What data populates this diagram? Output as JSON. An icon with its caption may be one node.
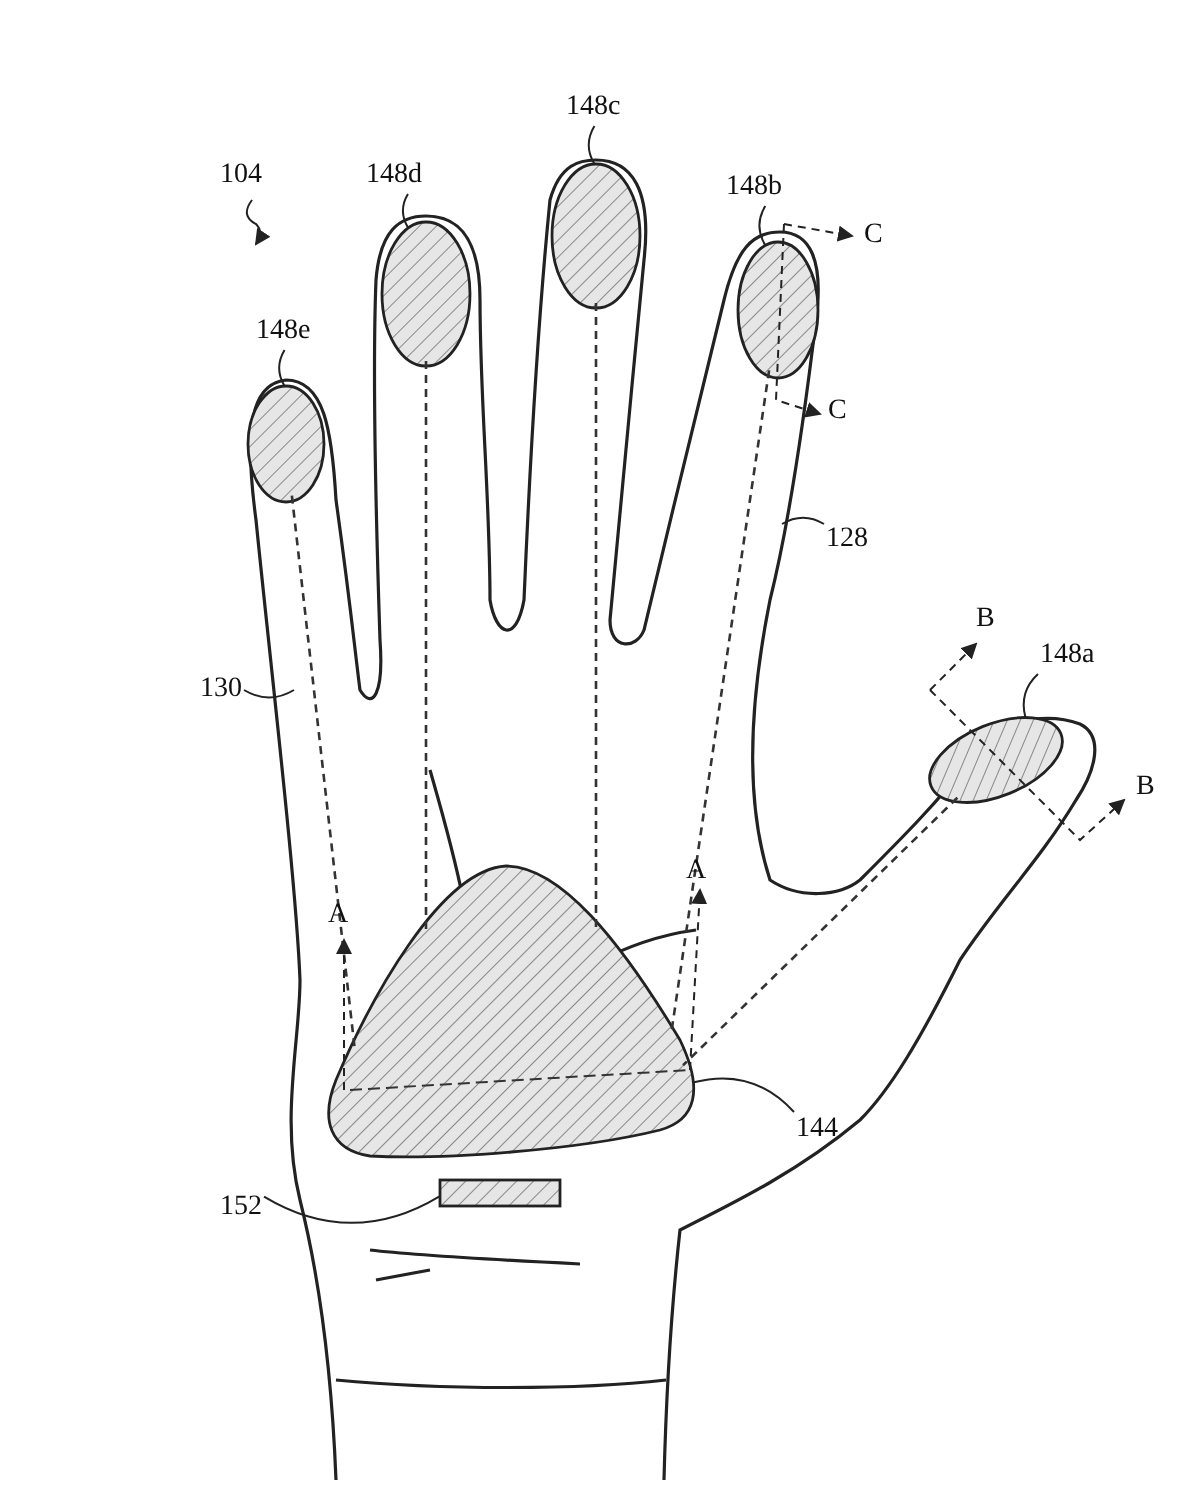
{
  "diagram": {
    "nodes": [
      {
        "text": [
          "148e"
        ]
      },
      {
        "text": [
          "148d"
        ]
      },
      {
        "text": [
          "148c"
        ]
      },
      {
        "text": [
          "148b"
        ]
      },
      {
        "text": [
          "148a"
        ]
      },
      {
        "text": [
          "128"
        ]
      },
      {
        "text": [
          "130"
        ]
      },
      {
        "text": [
          "144"
        ]
      },
      {
        "text": [
          "152"
        ]
      },
      {
        "text": [],
        "shape": "circle"
      },
      {
        "text": [],
        "shape": "circle"
      },
      {
        "text": [],
        "shape": "circle"
      },
      {
        "text": [],
        "shape": "circle"
      },
      {
        "text": [],
        "shape": "circle"
      },
      {
        "text": [],
        "shape": "triangle"
      },
      {
        "text": [],
        "shape": "box"
      }
    ],
    "edges": [
      {
        "from": 0,
        "to": 9,
        "arrow": "none"
      },
      {
        "from": 1,
        "to": 10,
        "arrow": "none"
      },
      {
        "from": 2,
        "to": 11,
        "arrow": "none"
      },
      {
        "from": 3,
        "to": 12,
        "arrow": "none"
      },
      {
        "from": 4,
        "to": 13,
        "arrow": "none"
      },
      {
        "from": 5,
        "to": null,
        "arrow": "none"
      },
      {
        "from": 6,
        "to": null,
        "arrow": "none"
      },
      {
        "from": 7,
        "to": 14,
        "arrow": "none"
      },
      {
        "from": 8,
        "to": 15,
        "arrow": "none"
      },
      {
        "from": 9,
        "to": 14,
        "arrow": "none",
        "style": "dashed"
      },
      {
        "from": 10,
        "to": 14,
        "arrow": "none",
        "style": "dashed"
      },
      {
        "from": 11,
        "to": 14,
        "arrow": "none",
        "style": "dashed"
      },
      {
        "from": 12,
        "to": 14,
        "arrow": "none",
        "style": "dashed"
      },
      {
        "from": 13,
        "to": 14,
        "arrow": "none",
        "style": "dashed"
      }
    ],
    "labels": [
      "104",
      "A",
      "A",
      "B",
      "B",
      "C",
      "C"
    ]
  }
}
